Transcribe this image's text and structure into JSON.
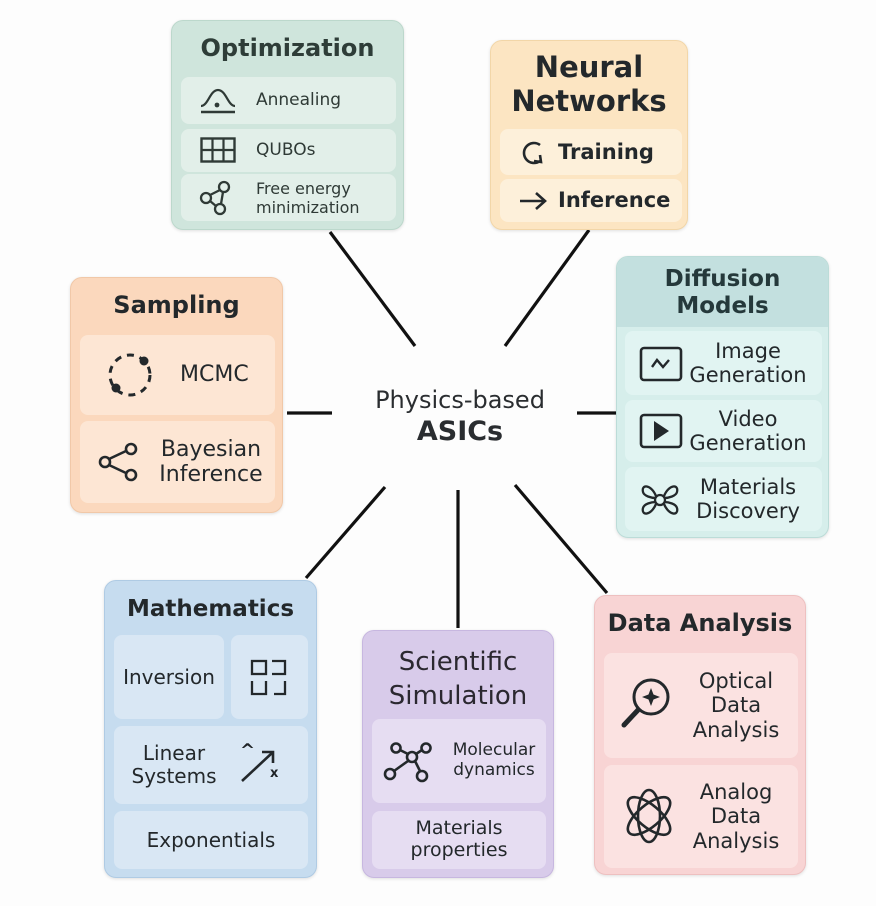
{
  "center": {
    "line1": "Physics-based",
    "line2": "ASICs"
  },
  "colors": {
    "optimization": "#cfe5dc",
    "neural_networks": "#fce5c2",
    "diffusion_models": "#d6eeeb",
    "sampling": "#fbd8bd",
    "mathematics": "#c6dcef",
    "scientific_simulation": "#d8cbea",
    "data_analysis": "#f8d4d4",
    "connector": "#111111"
  },
  "optimization": {
    "title": "Optimization",
    "items": [
      {
        "label": "Annealing",
        "icon": "annealing-curve-icon"
      },
      {
        "label": "QUBOs",
        "icon": "grid-matrix-icon"
      },
      {
        "label": "Free energy minimization",
        "icon": "network-nodes-icon"
      }
    ]
  },
  "neural_networks": {
    "title": "Neural Networks",
    "items": [
      {
        "label": "Training",
        "icon": "refresh-cycle-icon"
      },
      {
        "label": "Inference",
        "icon": "arrow-right-icon"
      }
    ]
  },
  "diffusion_models": {
    "title": "Diffusion Models",
    "items": [
      {
        "label": "Image Generation",
        "icon": "image-wave-icon"
      },
      {
        "label": "Video Generation",
        "icon": "play-video-icon"
      },
      {
        "label": "Materials Discovery",
        "icon": "flower-lattice-icon"
      }
    ]
  },
  "sampling": {
    "title": "Sampling",
    "items": [
      {
        "label": "MCMC",
        "icon": "dashed-circle-icon"
      },
      {
        "label": "Bayesian Inference",
        "icon": "share-graph-icon"
      }
    ]
  },
  "mathematics": {
    "title": "Mathematics",
    "items": [
      {
        "label": "Inversion",
        "icon": "matrix-blocks-icon"
      },
      {
        "label": "Linear Systems",
        "icon": "vector-arrow-icon",
        "icon_text": "^",
        "icon_sub": "x"
      },
      {
        "label": "Exponentials"
      }
    ]
  },
  "scientific_simulation": {
    "title": "Scientific Simulation",
    "items": [
      {
        "label": "Molecular dynamics",
        "icon": "molecule-icon"
      },
      {
        "label": "Materials properties"
      }
    ]
  },
  "data_analysis": {
    "title": "Data Analysis",
    "items": [
      {
        "label": "Optical Data Analysis",
        "icon": "magnifier-sparkle-icon"
      },
      {
        "label": "Analog Data Analysis",
        "icon": "atom-orbits-icon"
      }
    ]
  }
}
